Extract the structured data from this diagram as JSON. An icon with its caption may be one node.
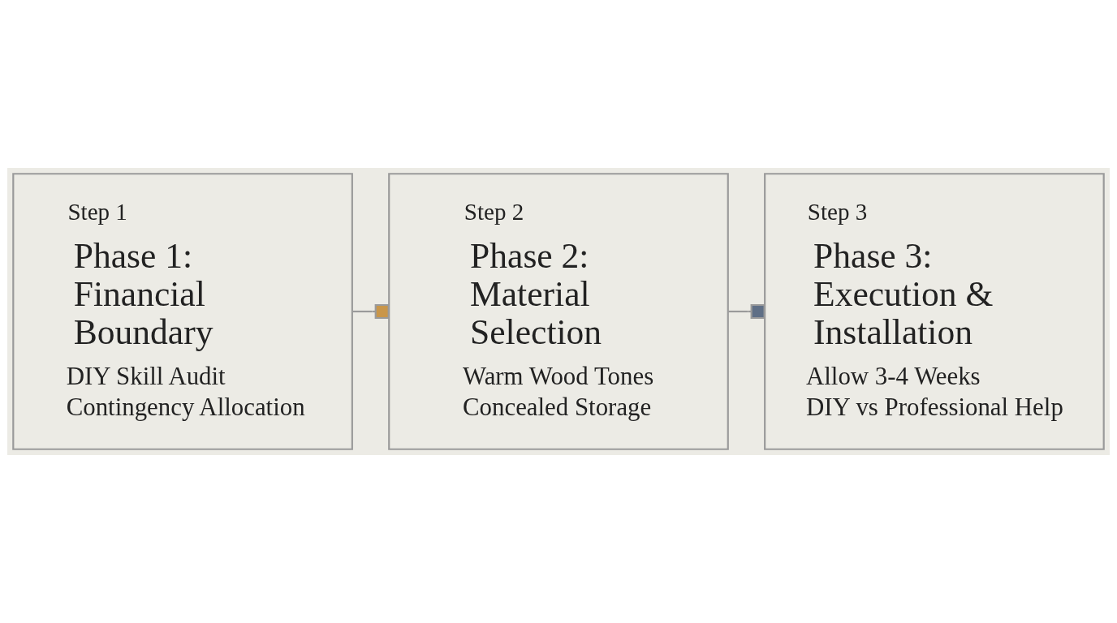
{
  "diagram": {
    "nodes": [
      {
        "text": [
          "Step 1",
          "Phase 1: Financial Boundary",
          "DIY Skill Audit",
          "Contingency Allocation"
        ]
      },
      {
        "text": [
          "Step 2",
          "Phase 2: Material Selection",
          "Warm Wood Tones",
          "Concealed Storage"
        ]
      },
      {
        "text": [
          "Step 3",
          "Phase 3: Execution & Installation",
          "Allow 3-4 Weeks",
          "DIY vs Professional Help"
        ]
      }
    ],
    "edges": [
      {
        "from": 0,
        "to": 1,
        "arrow": "other"
      },
      {
        "from": 1,
        "to": 2,
        "arrow": "other"
      }
    ]
  }
}
